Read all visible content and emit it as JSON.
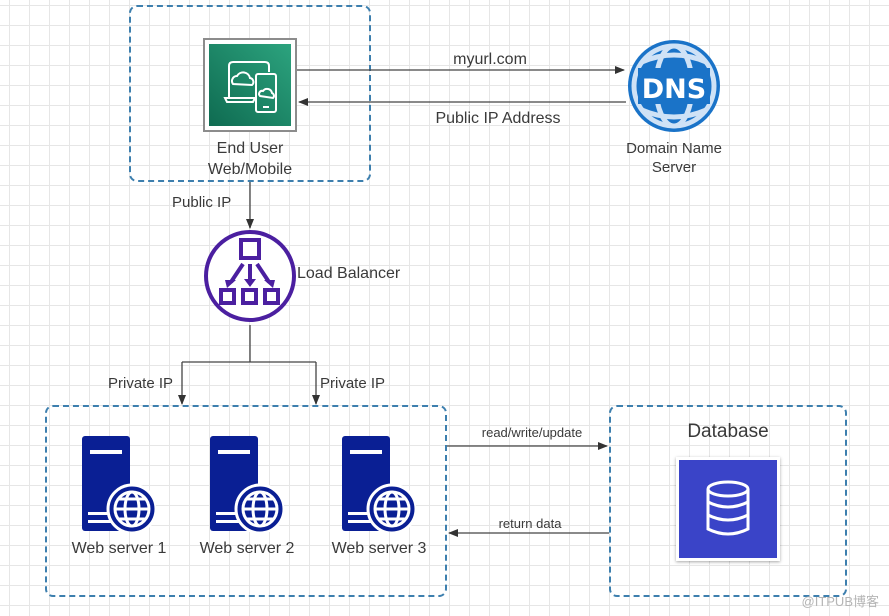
{
  "diagram": {
    "end_user": {
      "label_line1": "End User",
      "label_line2": "Web/Mobile",
      "icon": "cloud-devices-icon",
      "color": "#1e7f62"
    },
    "dns": {
      "badge": "DNS",
      "label_line1": "Domain Name",
      "label_line2": "Server",
      "color": "#1a73c8"
    },
    "load_balancer": {
      "label": "Load Balancer",
      "color": "#4b1fa0"
    },
    "web_servers": [
      {
        "label": "Web server 1"
      },
      {
        "label": "Web server 2"
      },
      {
        "label": "Web server 3"
      }
    ],
    "server_color": "#0a1f94",
    "database": {
      "title": "Database",
      "color": "#3a44c8"
    },
    "edges": {
      "request_dns": "myurl.com",
      "dns_response": "Public IP Address",
      "user_to_lb": "Public IP",
      "lb_to_servers_left": "Private IP",
      "lb_to_servers_right": "Private IP",
      "servers_to_db": "read/write/update",
      "db_to_servers": "return data"
    },
    "group_border_color": "#3d7fae"
  },
  "watermark": "@ITPUB博客"
}
